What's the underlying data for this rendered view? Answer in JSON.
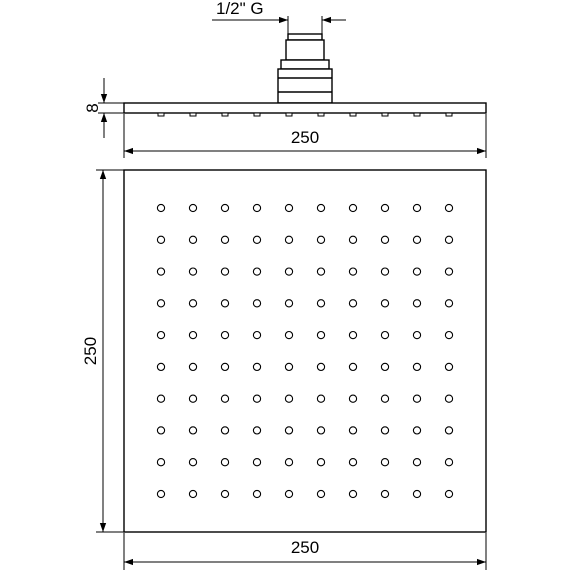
{
  "dimensions": {
    "thread": "1/2\" G",
    "thickness": "8",
    "top_width": "250",
    "plan_height": "250",
    "plan_width": "250"
  },
  "nozzles": {
    "rows": 10,
    "cols": 10
  },
  "colors": {
    "line": "#000000",
    "background": "#ffffff"
  }
}
